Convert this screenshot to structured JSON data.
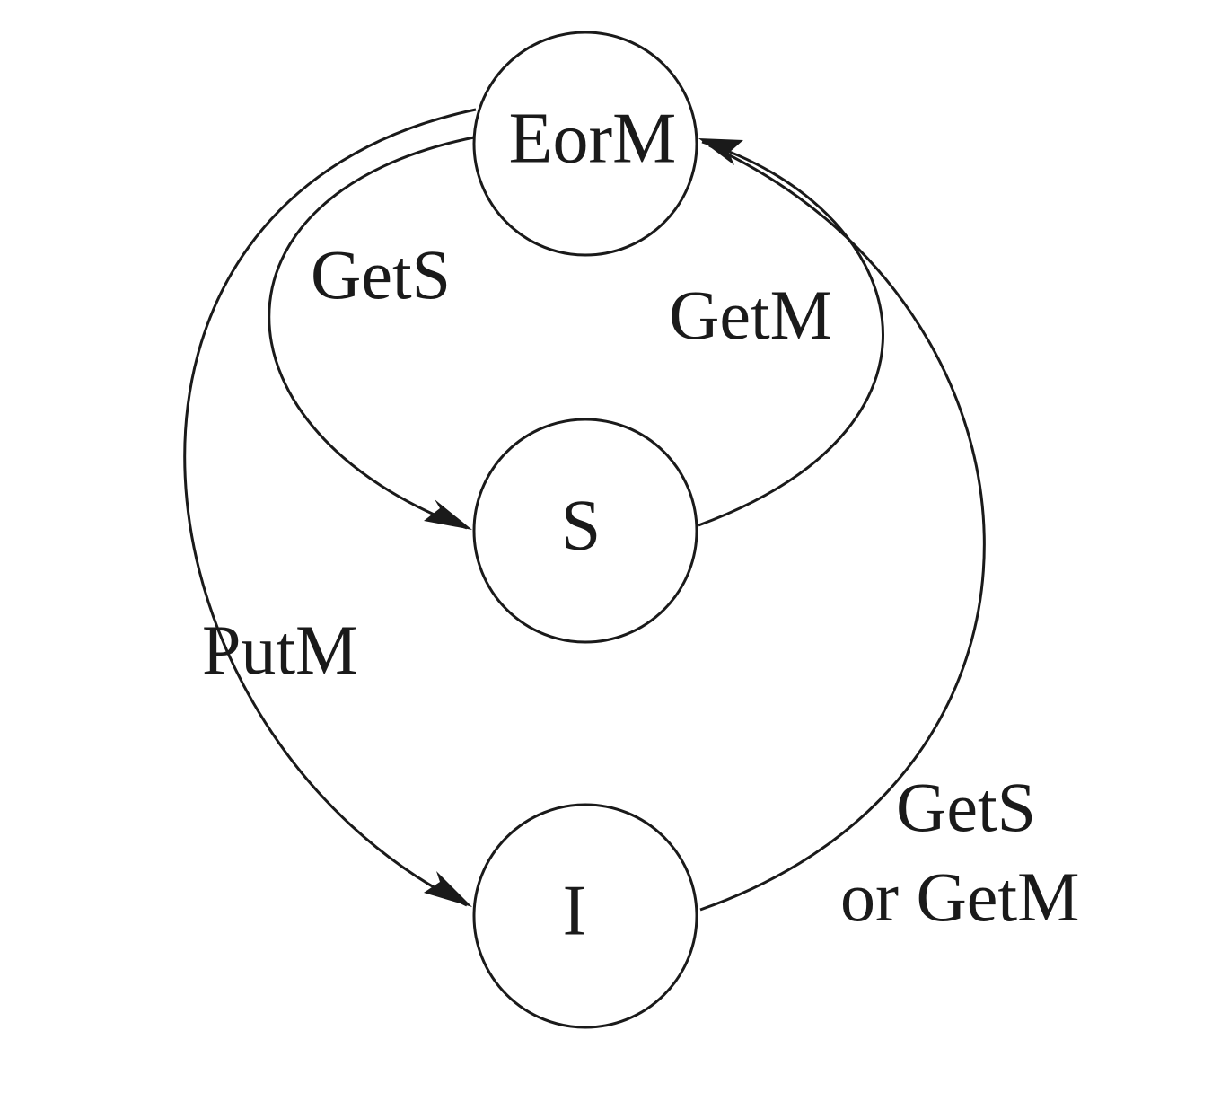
{
  "diagram": {
    "states": {
      "eorm": "EorM",
      "s": "S",
      "i": "I"
    },
    "transitions": {
      "eorm_to_s": "GetS",
      "s_to_eorm": "GetM",
      "eorm_to_i": "PutM",
      "i_to_eorm_line1": "GetS",
      "i_to_eorm_line2": "or GetM"
    },
    "colors": {
      "stroke": "#1a1a1a",
      "background": "#ffffff"
    }
  }
}
